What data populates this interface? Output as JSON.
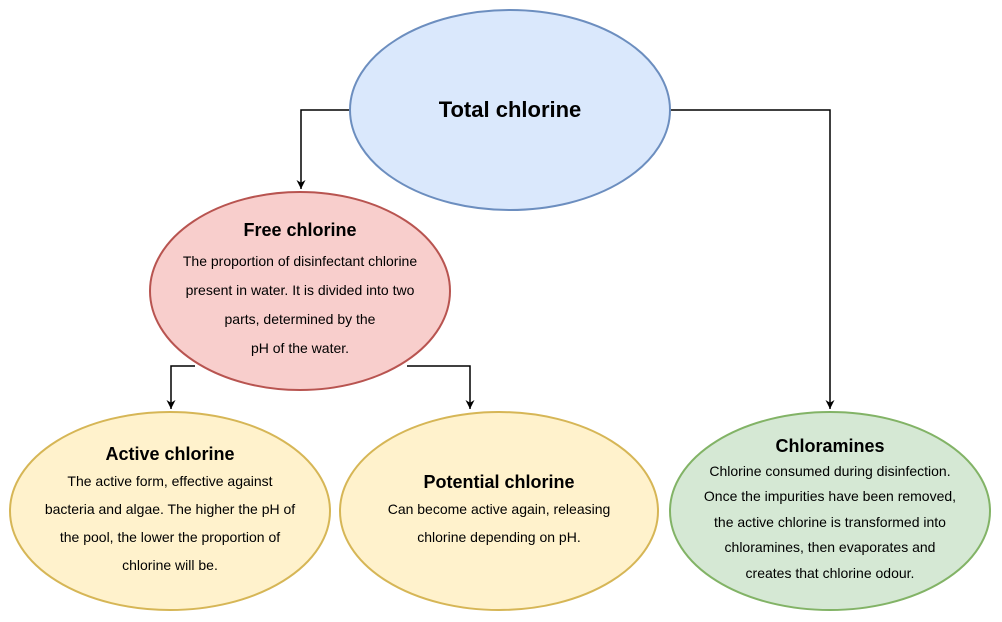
{
  "nodes": {
    "total": {
      "title": "Total chlorine",
      "fill": "#dae8fc",
      "stroke": "#6c8ebf"
    },
    "free": {
      "title": "Free chlorine",
      "body": "The proportion of disinfectant chlorine\npresent in water. It is divided into two\nparts, determined by the\npH of the water.",
      "fill": "#f8cecc",
      "stroke": "#b85450"
    },
    "active": {
      "title": "Active chlorine",
      "body": "The active form, effective against\nbacteria and algae. The higher the pH of\nthe pool, the lower the proportion of\nchlorine will be.",
      "fill": "#fff2cc",
      "stroke": "#d6b656"
    },
    "potential": {
      "title": "Potential chlorine",
      "body": "Can become active again, releasing\nchlorine depending on pH.",
      "fill": "#fff2cc",
      "stroke": "#d6b656"
    },
    "chloramines": {
      "title": "Chloramines",
      "body": "Chlorine consumed during disinfection.\nOnce the impurities have been removed,\nthe active chlorine is transformed into\nchloramines, then evaporates and\ncreates that chlorine odour.",
      "fill": "#d5e8d4",
      "stroke": "#82b366"
    }
  },
  "edges": [
    {
      "from": "Total chlorine",
      "to": "Free chlorine"
    },
    {
      "from": "Total chlorine",
      "to": "Chloramines"
    },
    {
      "from": "Free chlorine",
      "to": "Active chlorine"
    },
    {
      "from": "Free chlorine",
      "to": "Potential chlorine"
    }
  ]
}
